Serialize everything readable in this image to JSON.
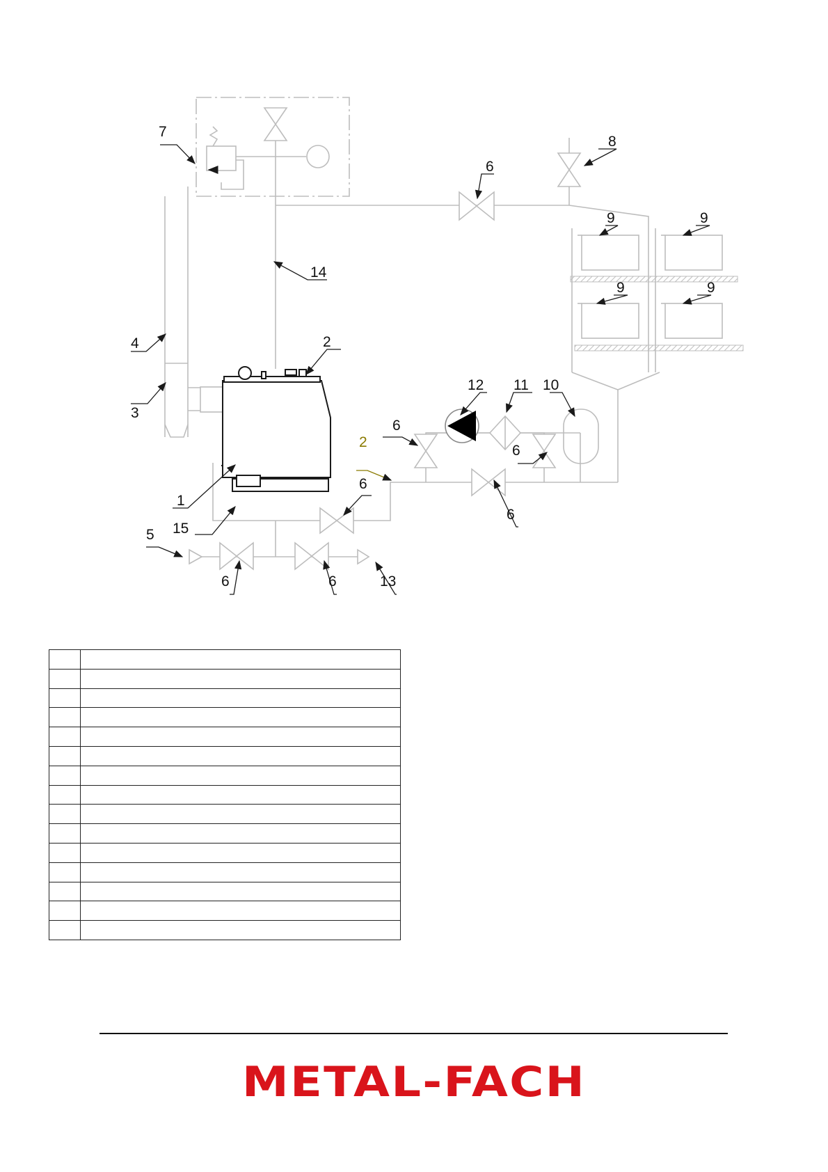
{
  "diagram": {
    "labels": {
      "l1": "1",
      "l2a": "2",
      "l2b": "2",
      "l3": "3",
      "l4": "4",
      "l5": "5",
      "l6a": "6",
      "l6b": "6",
      "l6c": "6",
      "l6d": "6",
      "l6e": "6",
      "l6f": "6",
      "l6g": "6",
      "l7": "7",
      "l8": "8",
      "l9a": "9",
      "l9b": "9",
      "l9c": "9",
      "l9d": "9",
      "l10": "10",
      "l11": "11",
      "l12": "12",
      "l13": "13",
      "l14": "14",
      "l15": "15"
    },
    "colors": {
      "line": "#bdbdbd",
      "outline": "#1a1a1a",
      "alt_label": "#8a7a00"
    }
  },
  "legend_rows": 15,
  "footer": {
    "brand": "METAL-FACH",
    "brand_color": "#d9141b"
  }
}
